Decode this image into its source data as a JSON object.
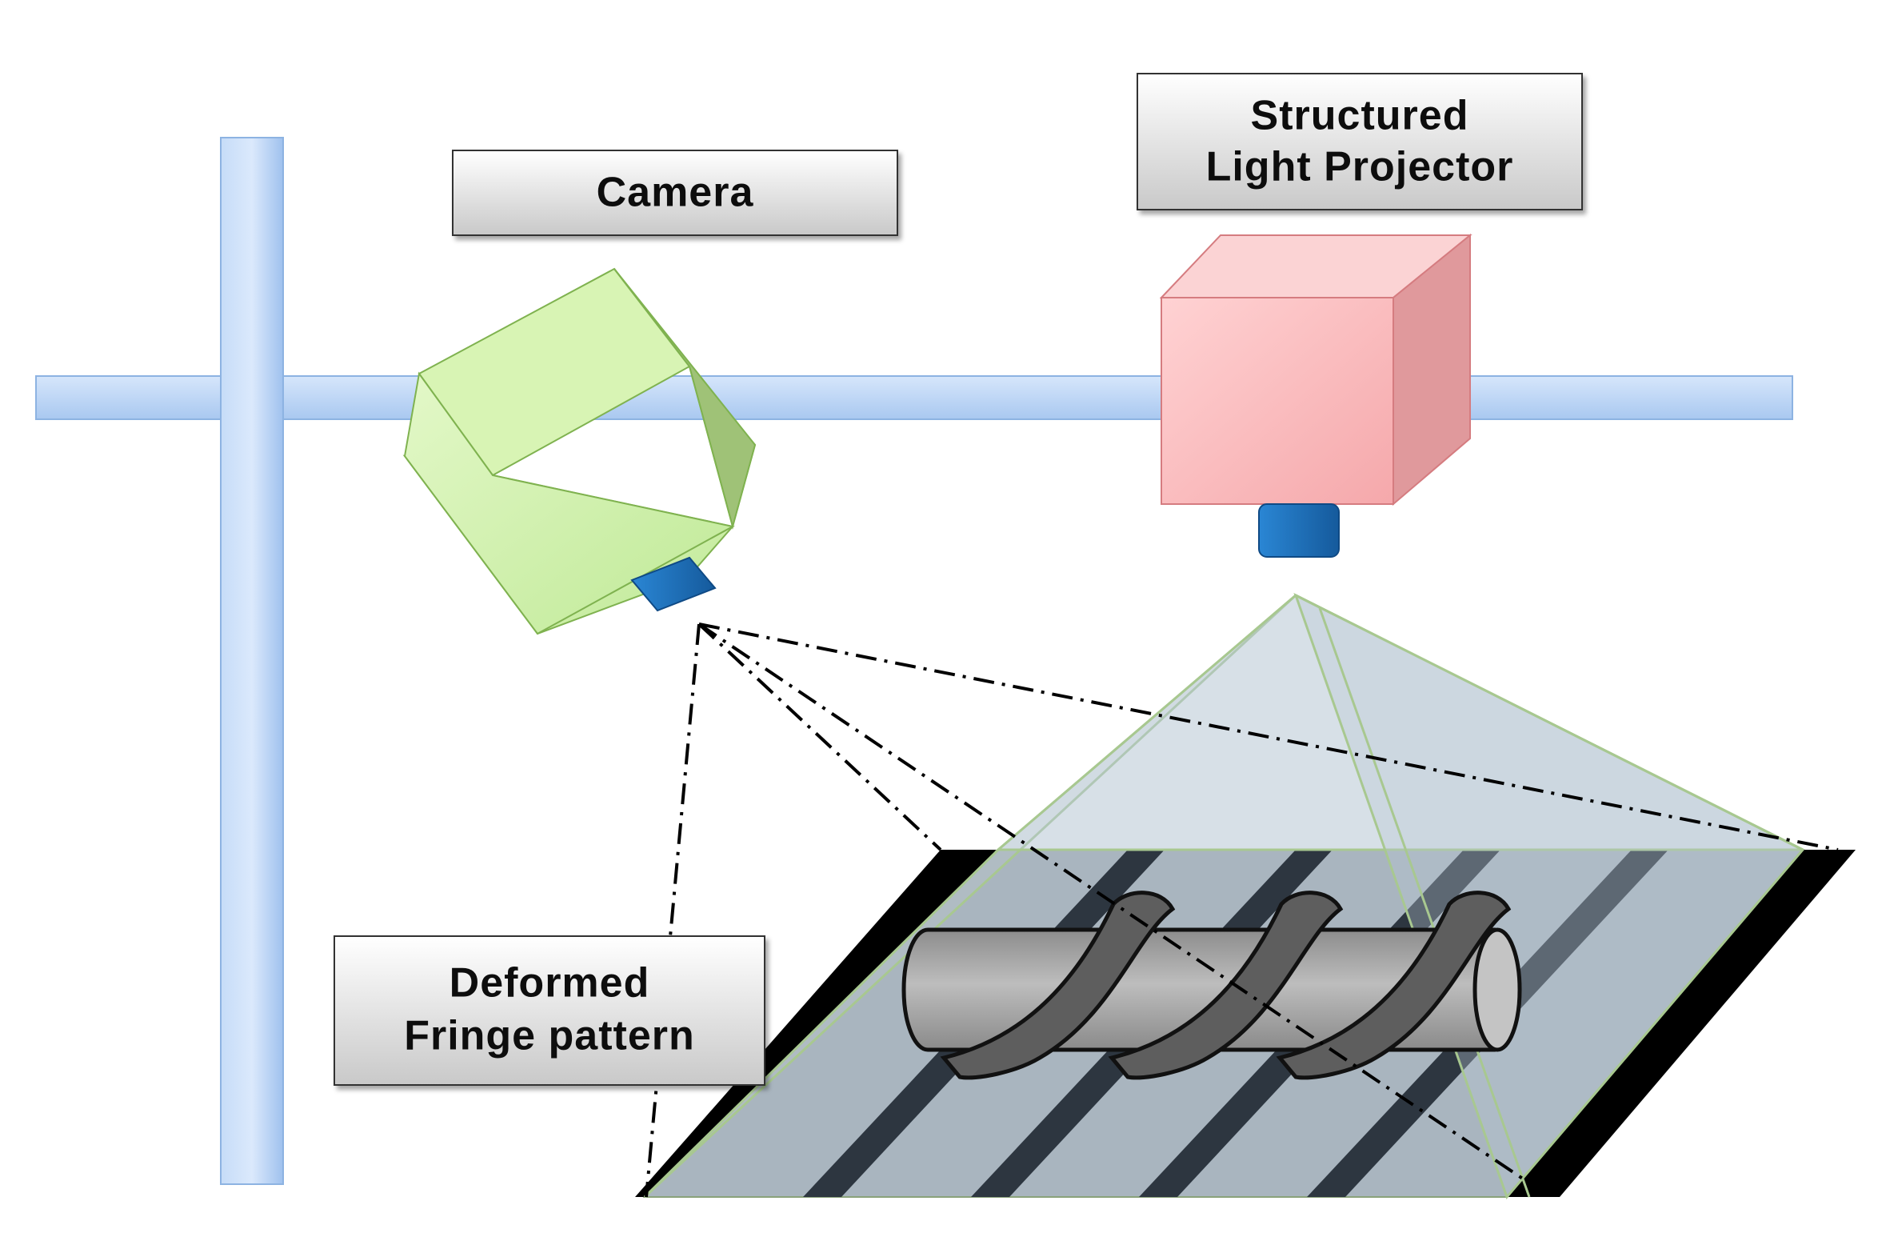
{
  "labels": {
    "camera": "Camera",
    "projector_line1": "Structured",
    "projector_line2": "Light Projector",
    "fringe_line1": "Deformed",
    "fringe_line2": "Fringe pattern"
  },
  "icons": {
    "camera": "camera-cube-icon",
    "projector": "projector-cube-icon"
  },
  "colors": {
    "rail": "#b8d3f5",
    "camera_body": "#c8ef9e",
    "projector_body": "#f7b3b5",
    "lens": "#1f74c0",
    "surface": "#a9b5bf",
    "fringe": "#2d3640",
    "object": "#9e9e9e",
    "helix": "#5e5e5e"
  }
}
